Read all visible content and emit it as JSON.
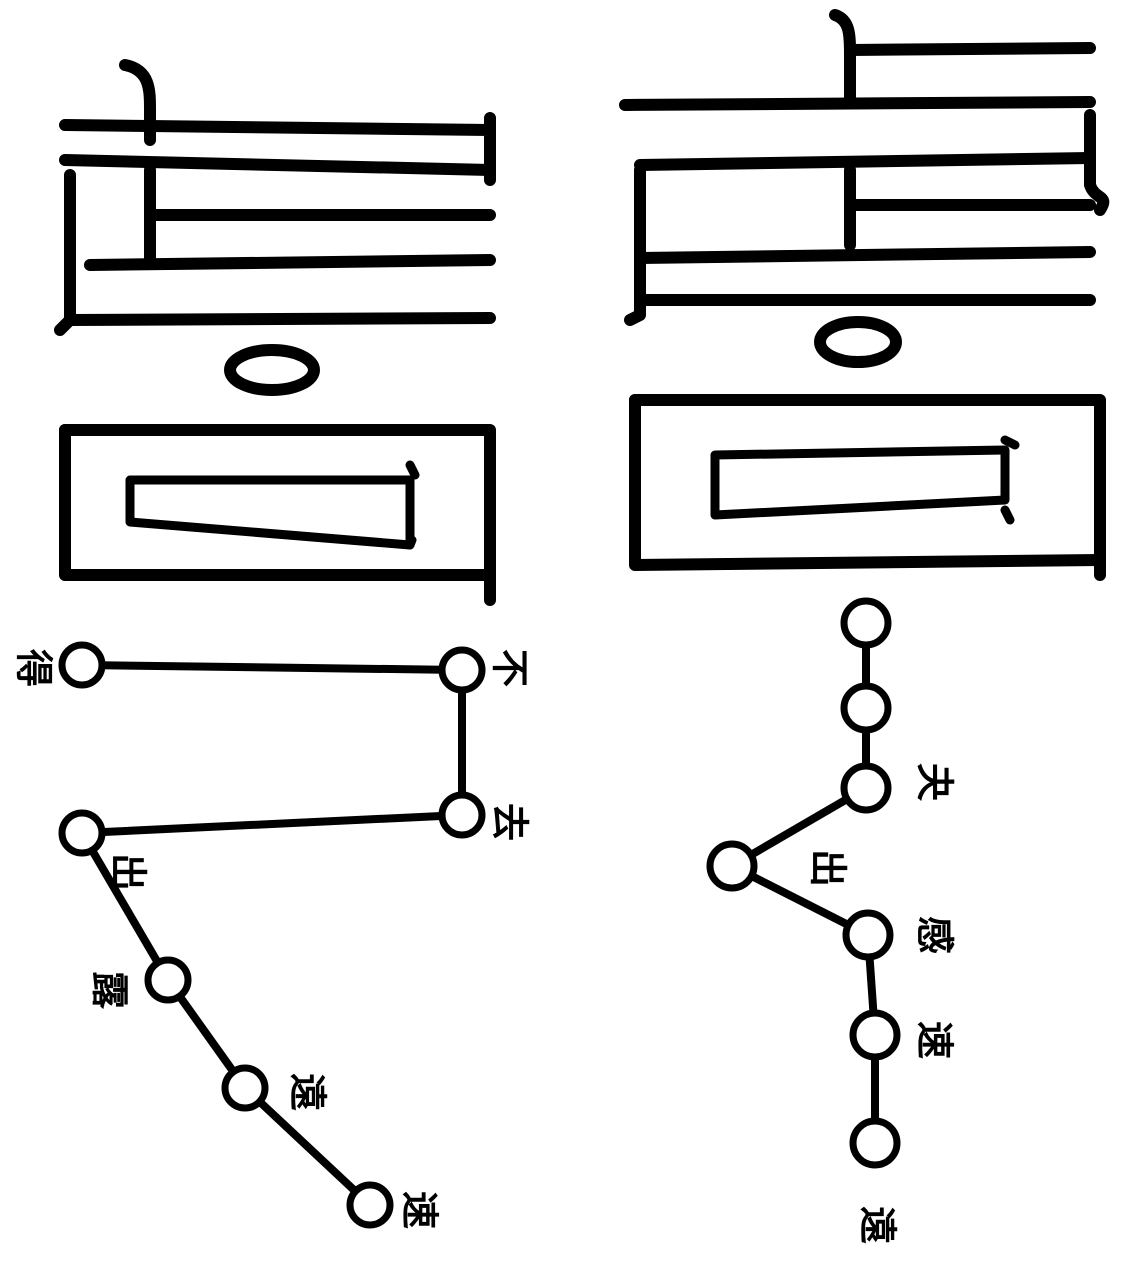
{
  "colors": {
    "ink": "#000000",
    "paper": "#ffffff"
  },
  "glyphs": [
    {
      "icon": "rotated-seal-character-left"
    },
    {
      "icon": "rotated-seal-character-right"
    }
  ],
  "left_diagram": {
    "nodes": [
      {
        "id": "n1",
        "label": "得"
      },
      {
        "id": "n2",
        "label": "不"
      },
      {
        "id": "n3",
        "label": "去"
      },
      {
        "id": "n4",
        "label": "出"
      },
      {
        "id": "n5",
        "label": "露"
      },
      {
        "id": "n6",
        "label": "遠"
      },
      {
        "id": "n7",
        "label": "速"
      }
    ],
    "edges": [
      [
        "n1",
        "n2"
      ],
      [
        "n2",
        "n3"
      ],
      [
        "n3",
        "n4"
      ],
      [
        "n4",
        "n5"
      ],
      [
        "n5",
        "n6"
      ],
      [
        "n6",
        "n7"
      ]
    ]
  },
  "right_diagram": {
    "nodes": [
      {
        "id": "m1",
        "label": ""
      },
      {
        "id": "m2",
        "label": ""
      },
      {
        "id": "m3",
        "label": "夬"
      },
      {
        "id": "m4",
        "label": "出"
      },
      {
        "id": "m5",
        "label": "感"
      },
      {
        "id": "m6",
        "label": "速"
      },
      {
        "id": "m7",
        "label": "遠"
      }
    ],
    "edges": [
      [
        "m1",
        "m2"
      ],
      [
        "m2",
        "m3"
      ],
      [
        "m3",
        "m4"
      ],
      [
        "m4",
        "m5"
      ],
      [
        "m5",
        "m6"
      ],
      [
        "m6",
        "m7"
      ]
    ]
  }
}
